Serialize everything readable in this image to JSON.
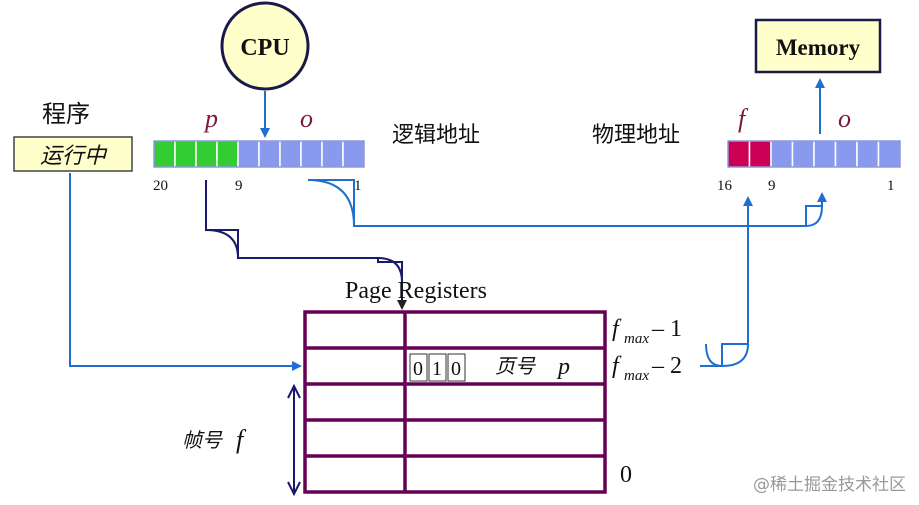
{
  "cpu_label": "CPU",
  "memory_label": "Memory",
  "program": {
    "label": "程序",
    "state": "运行中"
  },
  "logical_address": {
    "label": "逻辑地址",
    "p_label": "p",
    "o_label": "o",
    "bit_high": "20",
    "bit_mid": "9",
    "bit_low": "1",
    "cells": 10,
    "page_cells": 4,
    "page_color": "#33cc33",
    "offset_color": "#8899ee"
  },
  "physical_address": {
    "label": "物理地址",
    "f_label": "f",
    "o_label": "o",
    "bit_high": "16",
    "bit_mid": "9",
    "bit_low": "1",
    "cells": 8,
    "frame_cells": 2,
    "frame_color": "#cc0055",
    "offset_color": "#8899ee"
  },
  "page_registers": {
    "title": "Page Registers",
    "rows": 5,
    "entry_bits": [
      "0",
      "1",
      "0"
    ],
    "entry_caption": "页号",
    "entry_var": "p",
    "fmax": "f",
    "fmax_sub": "max",
    "fmax_minus_1": "– 1",
    "fmax_minus_2": "– 2",
    "zero_label": "0",
    "frame_axis_label": "帧号",
    "frame_axis_var": "f",
    "border_color": "#660055"
  },
  "arrow_color": "#1f6fd0",
  "watermark": "@稀土掘金技术社区"
}
